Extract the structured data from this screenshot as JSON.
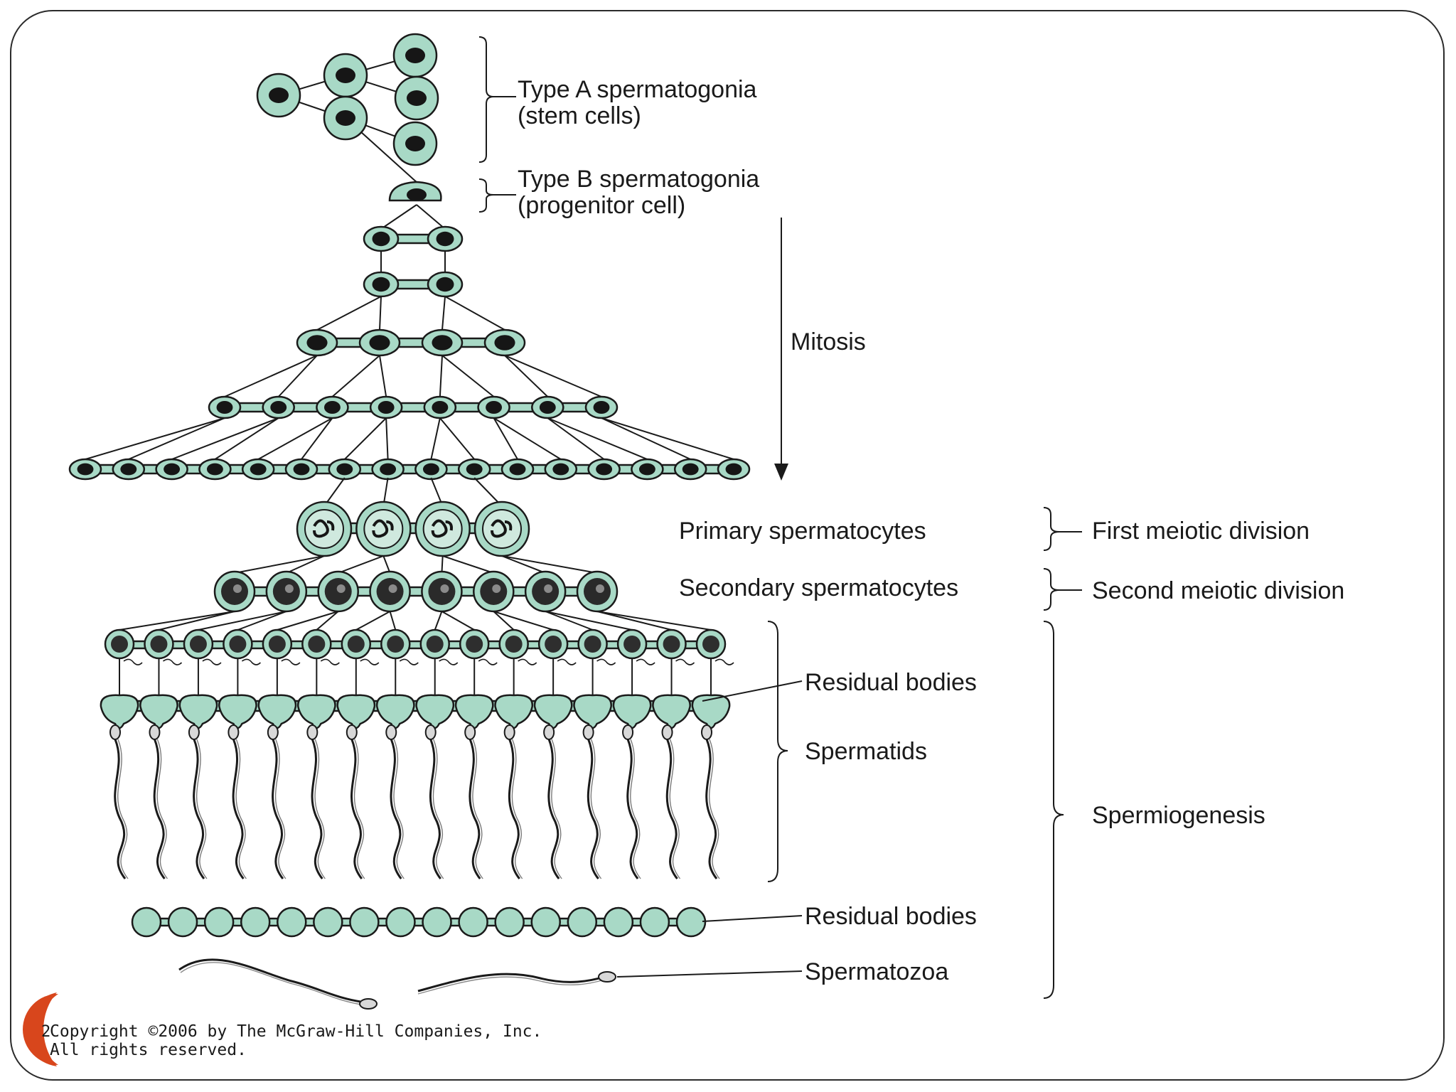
{
  "labels": {
    "type_a_line1": "Type A spermatogonia",
    "type_a_line2": "(stem cells)",
    "type_b_line1": "Type B spermatogonia",
    "type_b_line2": "(progenitor cell)",
    "mitosis": "Mitosis",
    "primary_spermatocytes": "Primary spermatocytes",
    "first_meiotic_division": "First meiotic division",
    "secondary_spermatocytes": "Secondary spermatocytes",
    "second_meiotic_division": "Second meiotic division",
    "residual_bodies_1": "Residual bodies",
    "spermatids": "Spermatids",
    "spermiogenesis": "Spermiogenesis",
    "residual_bodies_2": "Residual bodies",
    "spermatozoa": "Spermatozoa"
  },
  "copyright": {
    "line1": "Copyright ©2006 by The McGraw-Hill Companies, Inc.",
    "line2": "All rights reserved."
  },
  "slide_number": "2",
  "colors": {
    "cell_fill": "#a8d9c6",
    "nucleus": "#161616",
    "outline": "#1a1a1a",
    "slide_badge": "#d8461c"
  }
}
